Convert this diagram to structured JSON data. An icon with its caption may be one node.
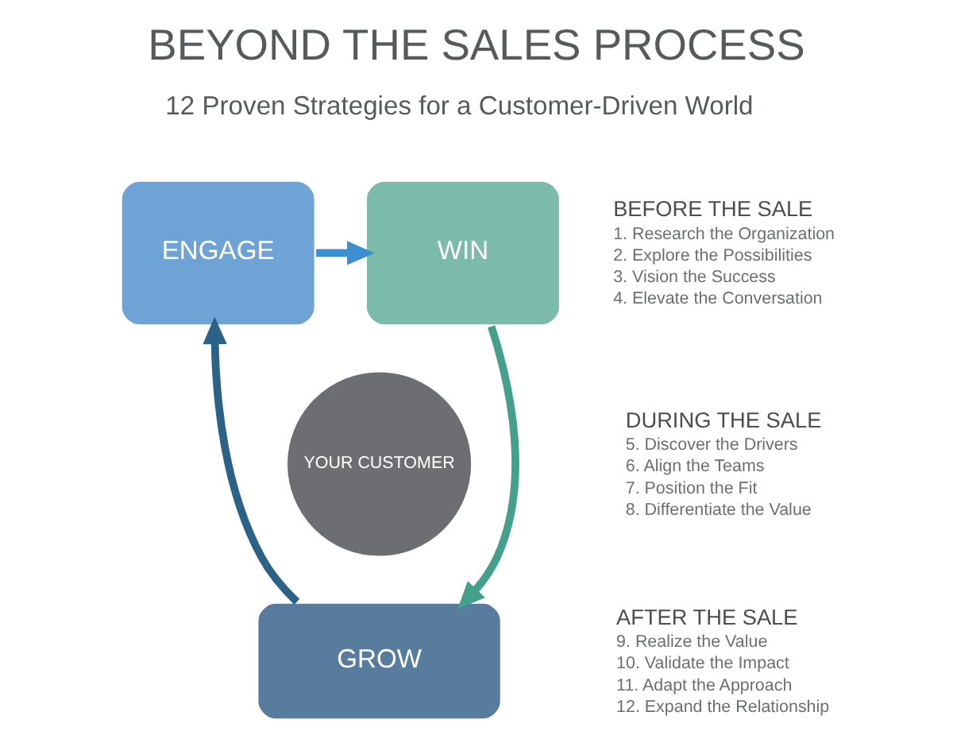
{
  "diagram": {
    "title": "BEYOND THE SALES PROCESS",
    "nodes": [
      {
        "text": [
          "ENGAGE"
        ]
      },
      {
        "text": [
          "WIN"
        ]
      },
      {
        "text": [
          "YOUR CUSTOMER"
        ]
      },
      {
        "text": [
          "GROW"
        ]
      }
    ],
    "edges": [
      {
        "from": 0,
        "to": 1,
        "arrow": "to",
        "color": "#3b8fd0"
      },
      {
        "from": 1,
        "to": 3,
        "arrow": "to",
        "color": "#45a08b"
      },
      {
        "from": 3,
        "to": 0,
        "arrow": "to",
        "color": "#2d6288"
      }
    ],
    "labels": [
      "12 Proven Strategies for a Customer-Driven World",
      "BEFORE THE SALE",
      "1. Research the Organization",
      "2. Explore the Possibilities",
      "3. Vision the Success",
      "4. Elevate the Conversation",
      "DURING THE SALE",
      "5. Discover the Drivers",
      "6. Align the Teams",
      "7. Position the Fit",
      "8. Differentiate the Value",
      "AFTER THE SALE",
      "9. Realize the Value",
      "10. Validate the Impact",
      "11. Adapt the Approach",
      "12. Expand the Relationship"
    ]
  }
}
